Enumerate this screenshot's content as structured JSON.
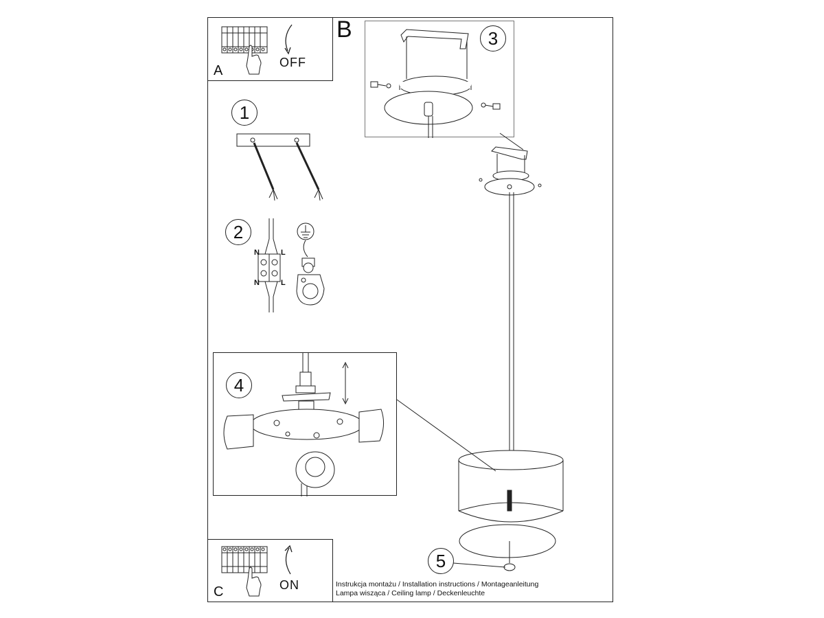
{
  "panels": {
    "A": {
      "letter": "A",
      "state": "OFF"
    },
    "B": {
      "letter": "B"
    },
    "C": {
      "letter": "C",
      "state": "ON"
    }
  },
  "steps": [
    "1",
    "2",
    "3",
    "4",
    "5"
  ],
  "wiring": {
    "neutral": "N",
    "live": "L"
  },
  "caption": {
    "line1": "Instrukcja montażu / Installation instructions / Montageanleitung",
    "line2": "Lampa wisząca / Ceiling lamp / Deckenleuchte"
  }
}
